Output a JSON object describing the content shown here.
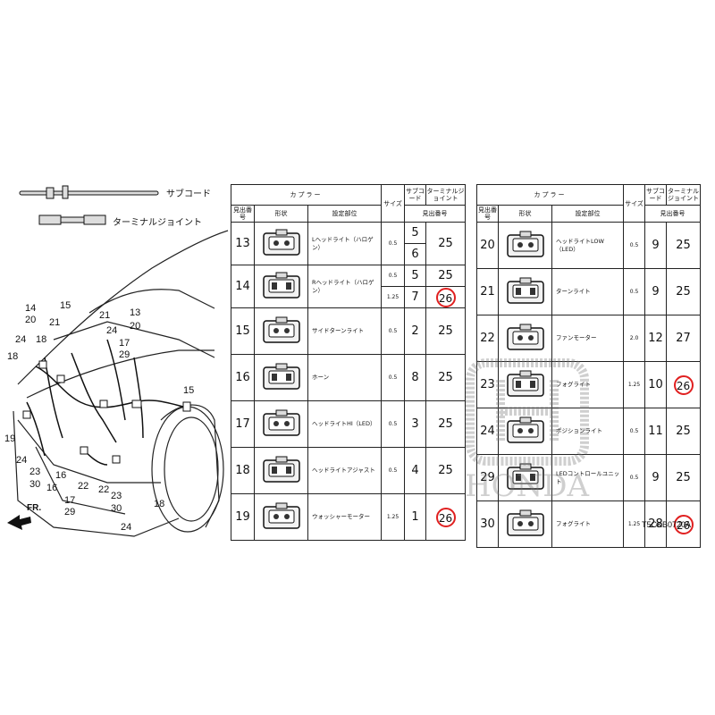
{
  "legend": {
    "subcode_label": "サブコード",
    "terminal_label": "ターミナルジョイント"
  },
  "doc_code": "T5CKB0720A",
  "front_label": "FR.",
  "callouts": [
    "14",
    "20",
    "18",
    "21",
    "15",
    "24",
    "18",
    "19",
    "24",
    "23",
    "30",
    "16",
    "16",
    "17",
    "29",
    "22",
    "22",
    "23",
    "30",
    "24",
    "21",
    "24",
    "13",
    "20",
    "17",
    "29",
    "15",
    "18"
  ],
  "tables": {
    "header": {
      "coupler": "カプラー",
      "index": "見出番号",
      "shape": "形状",
      "location": "設定部位",
      "size": "サイズ",
      "sub": "サブコード",
      "terminal": "ターミナルジョイント",
      "terminal_idx": "見出番号"
    },
    "left": [
      {
        "no": "13",
        "loc": "Lヘッドライト（ハロゲン）",
        "size": "0.5",
        "sub": "5",
        "term": "25",
        "circled": false,
        "extra": {
          "sub": "6",
          "term": ""
        }
      },
      {
        "no": "14",
        "loc": "Rヘッドライト（ハロゲン）",
        "size": "0.5",
        "sub": "5",
        "term": "25",
        "circled": false,
        "extra": {
          "size": "1.25",
          "sub": "7",
          "term": "26",
          "circled": true
        }
      },
      {
        "no": "15",
        "loc": "サイドターンライト",
        "size": "0.5",
        "sub": "2",
        "term": "25",
        "circled": false
      },
      {
        "no": "16",
        "loc": "ホーン",
        "size": "0.5",
        "sub": "8",
        "term": "25",
        "circled": false
      },
      {
        "no": "17",
        "loc": "ヘッドライトHI（LED）",
        "size": "0.5",
        "sub": "3",
        "term": "25",
        "circled": false
      },
      {
        "no": "18",
        "loc": "ヘッドライトアジャスト",
        "size": "0.5",
        "sub": "4",
        "term": "25",
        "circled": false
      },
      {
        "no": "19",
        "loc": "ウォッシャーモーター",
        "size": "1.25",
        "sub": "1",
        "term": "26",
        "circled": true
      }
    ],
    "right": [
      {
        "no": "20",
        "loc": "ヘッドライトLOW（LED）",
        "size": "0.5",
        "sub": "9",
        "term": "25",
        "circled": false
      },
      {
        "no": "21",
        "loc": "ターンライト",
        "size": "0.5",
        "sub": "9",
        "term": "25",
        "circled": false
      },
      {
        "no": "22",
        "loc": "ファンモーター",
        "size": "2.0",
        "sub": "12",
        "term": "27",
        "circled": false
      },
      {
        "no": "23",
        "loc": "フォグライト",
        "size": "1.25",
        "sub": "10",
        "term": "26",
        "circled": true
      },
      {
        "no": "24",
        "loc": "ポジションライト",
        "size": "0.5",
        "sub": "11",
        "term": "25",
        "circled": false
      },
      {
        "no": "29",
        "loc": "LEDコントロールユニット",
        "size": "0.5",
        "sub": "9",
        "term": "25",
        "circled": false
      },
      {
        "no": "30",
        "loc": "フォグライト",
        "size": "1.25",
        "sub": "28",
        "term": "26",
        "circled": true
      }
    ]
  },
  "watermark_text": "HONDA"
}
